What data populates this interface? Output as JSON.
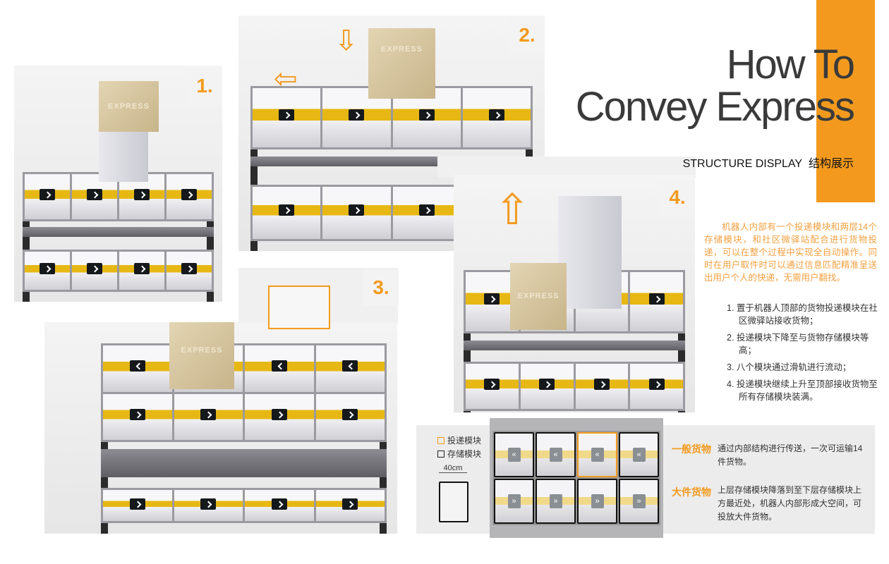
{
  "title": {
    "line1": "How To",
    "line2": "Convey Express"
  },
  "subtitle": {
    "en": "STRUCTURE DISPLAY",
    "zh": "结构展示"
  },
  "steps_labels": [
    "1.",
    "2.",
    "3.",
    "4."
  ],
  "box_label": "EXPRESS",
  "intro": "机器人内部有一个投递模块和两层14个存储模块，和社区微驿站配合进行货物投递，可以在整个过程中实现全自动操作。同时在用户取件时可以通过信息匹配精准呈送出用户个人的快递，无需用户翻找。",
  "steps": [
    {
      "num": "1.",
      "text": "置于机器人顶部的货物投递模块在社区微驿站接收货物；"
    },
    {
      "num": "2.",
      "text": "投递模块下降至与货物存储模块等高；"
    },
    {
      "num": "3.",
      "text": "八个模块通过滑轨进行流动；"
    },
    {
      "num": "4.",
      "text": "投递模块继续上升至顶部接收货物至所有存储模块装满。"
    }
  ],
  "legend": {
    "delivery": "投递模块",
    "storage": "存储模块",
    "size": "40cm"
  },
  "categories": [
    {
      "name": "一般货物",
      "desc": "通过内部结构进行传送，一次可运输14件货物。"
    },
    {
      "name": "大件货物",
      "desc": "上层存储模块降落到至下层存储模块上方最近处，机器人内部形成大空间，可投放大件货物。"
    }
  ],
  "colors": {
    "accent": "#f39a1e",
    "stripe": "#e7b814",
    "frame": "#2b2b2b"
  }
}
